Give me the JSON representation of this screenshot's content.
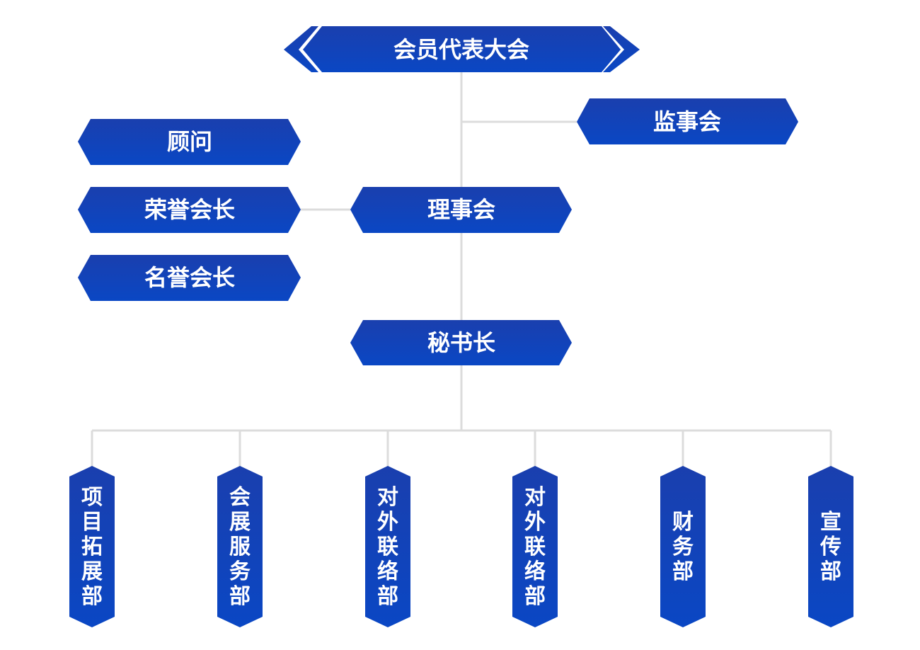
{
  "colors": {
    "node_top": "#1a3fae",
    "node_bottom": "#0a47c4",
    "connector": "#dcdcdc",
    "text": "#ffffff"
  },
  "nodes": {
    "assembly": "会员代表大会",
    "supervisory_board": "监事会",
    "advisor": "顾问",
    "honorary_president": "荣誉会长",
    "titular_president": "名誉会长",
    "council": "理事会",
    "secretary_general": "秘书长"
  },
  "departments": [
    {
      "label": "项目拓展部"
    },
    {
      "label": "会展服务部"
    },
    {
      "label": "对外联络部"
    },
    {
      "label": "对外联络部"
    },
    {
      "label": "财务部"
    },
    {
      "label": "宣传部"
    }
  ]
}
